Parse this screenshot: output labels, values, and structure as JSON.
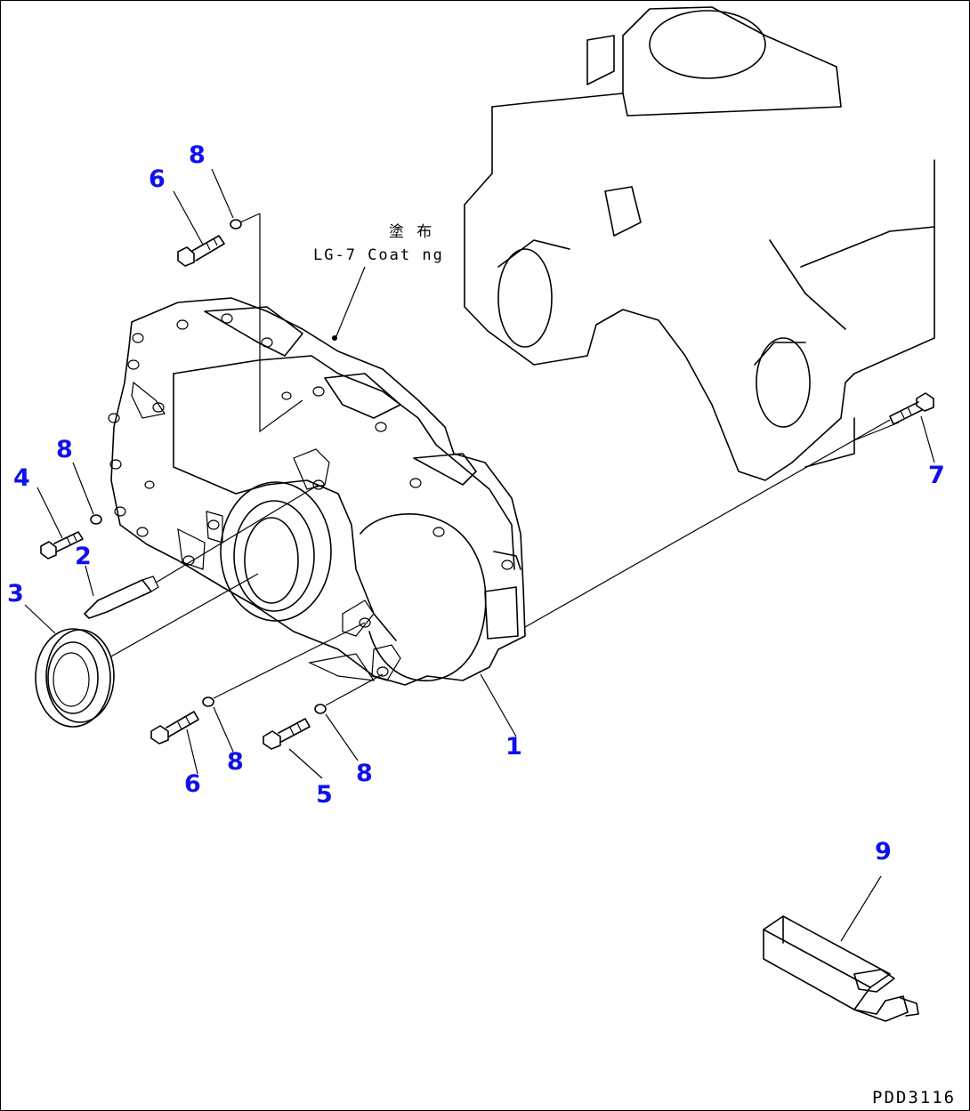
{
  "diagram": {
    "drawing_code": "PDD3116",
    "note": {
      "japanese": "塗 布",
      "english": "LG-7 Coat ng"
    },
    "callouts": [
      "1",
      "2",
      "3",
      "4",
      "5",
      "6",
      "6",
      "7",
      "8",
      "8",
      "8",
      "8",
      "9"
    ]
  }
}
